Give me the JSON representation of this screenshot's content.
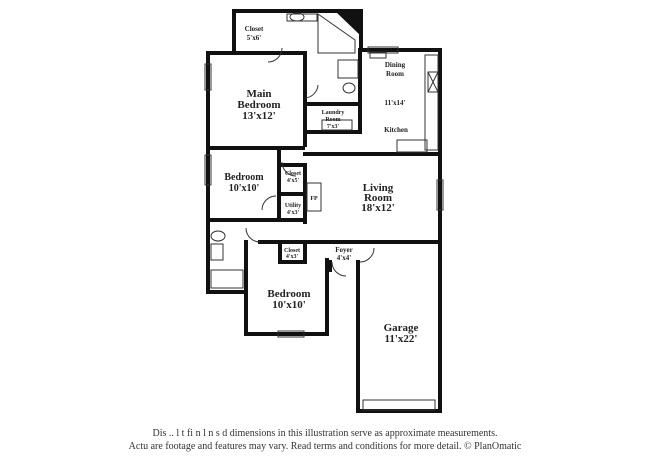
{
  "rooms": {
    "closet_main": {
      "name": "Closet",
      "dim": "5'x6'"
    },
    "main_bedroom": {
      "name_line1": "Main",
      "name_line2": "Bedroom",
      "dim": "13'x12'"
    },
    "dining": {
      "name_line1": "Dining",
      "name_line2": "Room"
    },
    "kitchen_dim": "11'x14'",
    "kitchen": {
      "name": "Kitchen"
    },
    "laundry": {
      "name_line1": "Laundry",
      "name_line2": "Room",
      "dim": "7'x3'"
    },
    "bedroom2": {
      "name": "Bedroom",
      "dim": "10'x10'"
    },
    "closet2": {
      "name": "Closet",
      "dim": "4'x5'"
    },
    "utility": {
      "name": "Utility",
      "dim": "4'x3'"
    },
    "fireplace": {
      "name": "FP"
    },
    "living": {
      "name_line1": "Living",
      "name_line2": "Room",
      "dim": "18'x12'"
    },
    "closet3": {
      "name": "Closet",
      "dim": "4'x3'"
    },
    "foyer": {
      "name": "Foyer",
      "dim": "4'x4'"
    },
    "bedroom3": {
      "name": "Bedroom",
      "dim": "10'x10'"
    },
    "garage": {
      "name": "Garage",
      "dim": "11'x22'"
    }
  },
  "disclaimer": {
    "line1": "Dis    ..  l  t fi  n l  n  s   d dimensions in this illustration serve as approximate measurements.",
    "line2": "Actu    are footage and features may vary. Read terms and conditions for more detail. © PlanOmatic"
  }
}
